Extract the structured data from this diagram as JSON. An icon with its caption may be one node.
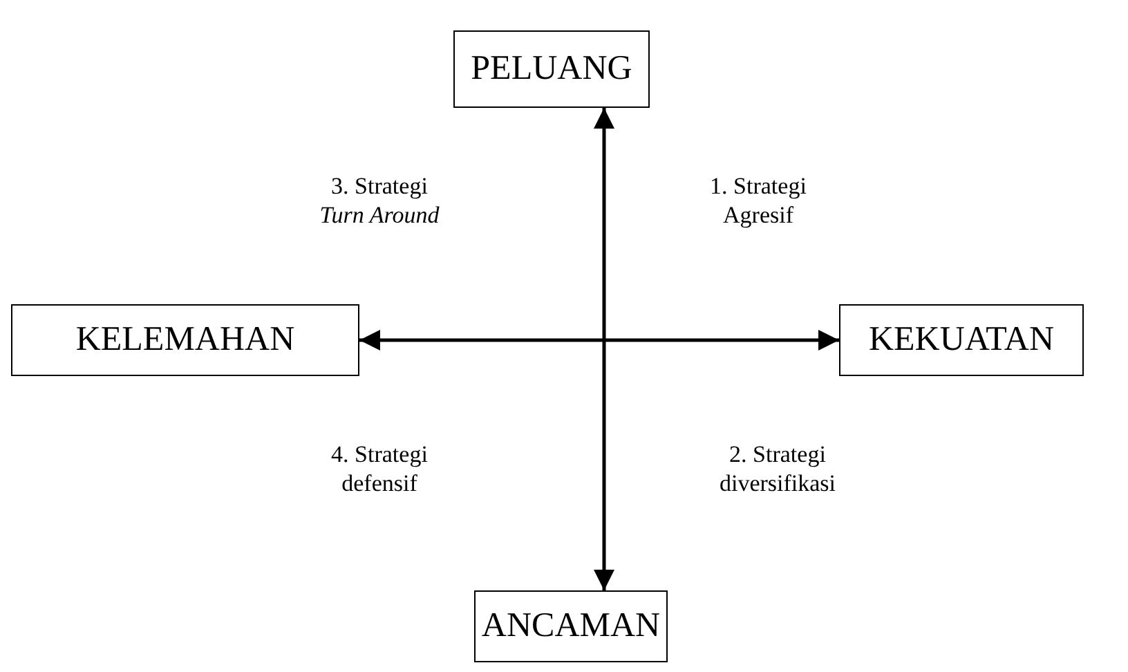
{
  "diagram": {
    "nodes": [
      {
        "text": [
          "PELUANG"
        ]
      },
      {
        "text": [
          "KELEMAHAN"
        ]
      },
      {
        "text": [
          "KEKUATAN"
        ]
      },
      {
        "text": [
          "ANCAMAN"
        ]
      }
    ],
    "edges": [
      {
        "from": 0,
        "to": 3,
        "arrow": "both"
      },
      {
        "from": 1,
        "to": 2,
        "arrow": "both"
      }
    ],
    "labels": [
      "3. Strategi *Turn Around*",
      "1. Strategi Agresif",
      "4. Strategi defensif",
      "2. Strategi diversifikasi"
    ]
  }
}
